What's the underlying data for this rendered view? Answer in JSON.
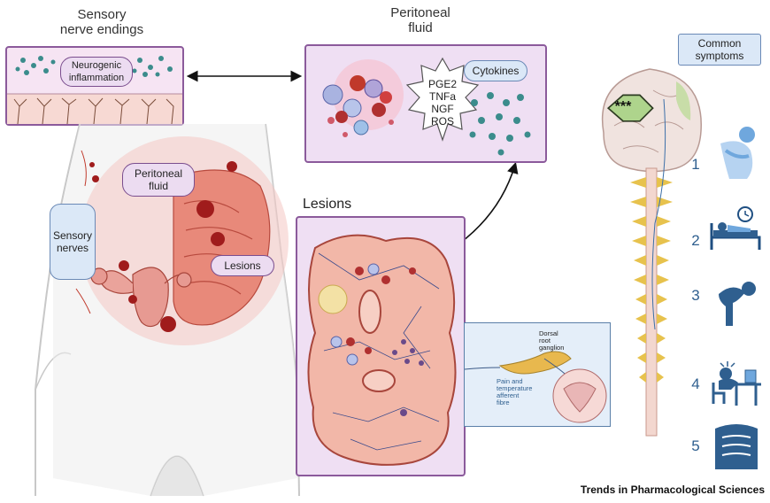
{
  "labels": {
    "sensory_nerve_endings": "Sensory\nnerve endings",
    "neurogenic_inflammation": "Neurogenic\ninflammation",
    "peritoneal_fluid_title": "Peritoneal\nfluid",
    "cytokines": "Cytokines",
    "mediators": [
      "PGE2",
      "TNFa",
      "NGF",
      "ROS"
    ],
    "common_symptoms": "Common\nsymptoms",
    "stars": "***",
    "peritoneal_fluid_body": "Peritoneal\nfluid",
    "sensory_nerves": "Sensory\nnerves",
    "lesions_pill": "Lesions",
    "lesions_title": "Lesions",
    "dorsal_root_ganglion": "Dorsal\nroot\nganglion",
    "pain_fibre": "Pain and\ntemperature\nafferent\nfibre",
    "credit": "Trends in Pharmacological Sciences"
  },
  "symptoms": [
    {
      "number": "1",
      "icon": "abdominal-pain-icon"
    },
    {
      "number": "2",
      "icon": "sleep-disturbance-icon"
    },
    {
      "number": "3",
      "icon": "fatigue-icon"
    },
    {
      "number": "4",
      "icon": "work-stress-icon"
    },
    {
      "number": "5",
      "icon": "intestine-icon"
    }
  ],
  "colors": {
    "box_border": "#8b5a9b",
    "box_fill": "#efdff3",
    "symptom_blue": "#2f5f8f",
    "lesion_fill": "#f2b7a8"
  }
}
